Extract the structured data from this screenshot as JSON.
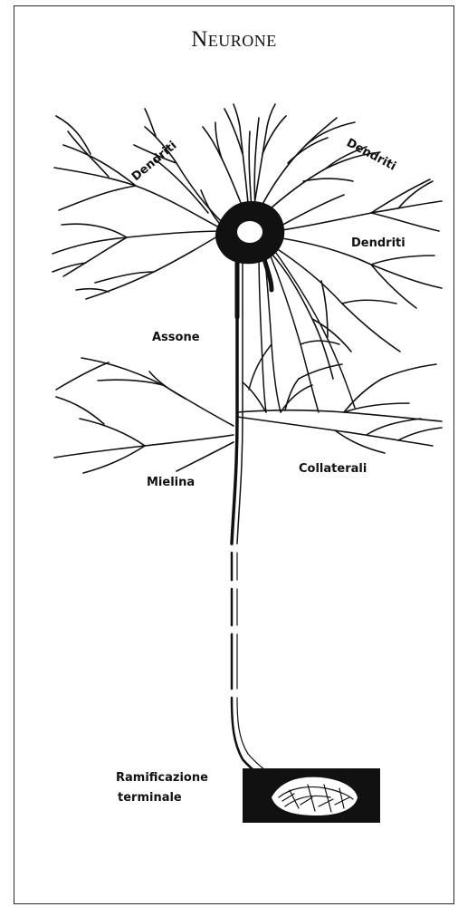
{
  "title": "Neurone",
  "labels": {
    "dendrite_left": "Dendriti",
    "dendrite_top": "Dendriti",
    "dendrite_right": "Dendriti",
    "axon": "Assone",
    "myelin": "Mielina",
    "collaterals": "Collaterali",
    "terminal_1": "Ramificazione",
    "terminal_2": "terminale"
  },
  "colors": {
    "ink": "#111111",
    "paper": "#ffffff"
  }
}
